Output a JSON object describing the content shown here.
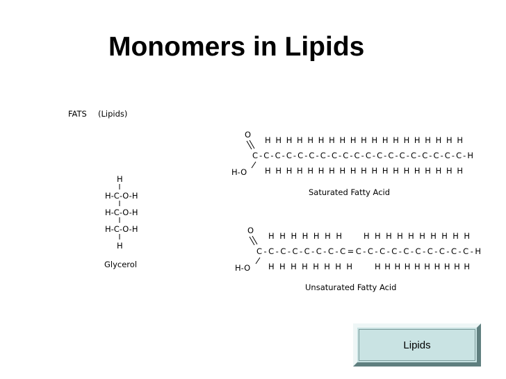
{
  "slide": {
    "title": "Monomers in Lipids"
  },
  "figure": {
    "heading": "FATS",
    "heading_sub": "(Lipids)",
    "glycerol": {
      "rows": [
        "H",
        "H-C-O-H",
        "H-C-O-H",
        "H-C-O-H",
        "H"
      ],
      "label": "Glycerol"
    },
    "saturated": {
      "top_h": "H H H H H H H H H H H H H H H H H H H",
      "chain": "C-C-C-C-C-C-C-C-C-C-C-C-C-C-C-C-C-C-C-H",
      "bottom_h": "H H H H H H H H H H H H H H H H H H H",
      "oxygen": "O",
      "hydroxyl": "H-O",
      "label": "Saturated Fatty Acid"
    },
    "unsaturated": {
      "top_h_left": "H H H H H H H",
      "top_h_right": "H H H H H H H H H H",
      "chain": "C-C-C-C-C-C-C-C=C-C-C-C-C-C-C-C-C-C-H",
      "bottom_h_left": "H H H H H H H H",
      "bottom_h_right": "H H H H H H H H H H",
      "oxygen": "O",
      "hydroxyl": "H-O",
      "label": "Unsaturated Fatty Acid"
    }
  },
  "nav": {
    "lipids_button": "Lipids"
  }
}
